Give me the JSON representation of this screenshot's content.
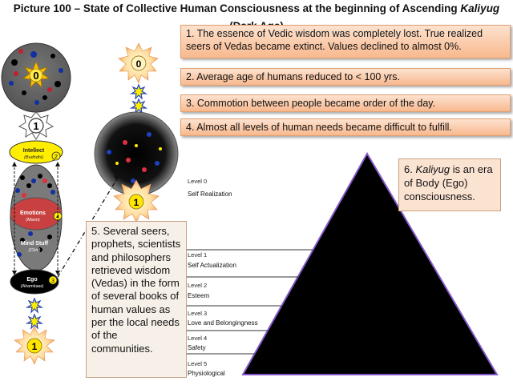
{
  "title": {
    "pre": "Picture 100 – State of Collective Human Consciousness at the beginning of Ascending ",
    "italic": "Kaliyug",
    "post": " (Dark Age)"
  },
  "notes": [
    "1. The essence of Vedic wisdom was completely lost. True realized seers of Vedas became extinct. Values declined to almost 0%.",
    "2. Average age of humans reduced to < 100 yrs.",
    "3. Commotion between people became order of the day.",
    "4. Almost all levels of human needs became difficult to fulfill."
  ],
  "note6": {
    "italic": "Kaliyug",
    "rest": " is an era of Body (Ego) consciousness.",
    "pre": "6. "
  },
  "note5": "5. Several seers, prophets, scientists and philosophers retrieved wisdom (Vedas) in the form of several books of human values as per the local needs of the communities.",
  "figure": {
    "top_star": "0",
    "mid_star": "1",
    "bottom_star": "1",
    "right_top_star": "0",
    "right_bottom_star": "1",
    "intellect": "Intellect",
    "intellect_sub": "(Budhdhi)",
    "intellect_num": "2",
    "emotions": "Emotions",
    "emotions_sub": "(Mann)",
    "emotions_num": "4",
    "mindstuff": "Mind Stuff",
    "mindstuff_sub": "(Chitt)",
    "ego": "Ego",
    "ego_sub": "(Ahamkaar)",
    "ego_num": "3"
  },
  "levels": [
    {
      "num": "Level 0",
      "name": "Self Realization"
    },
    {
      "num": "Level 1",
      "name": "Self Actualization"
    },
    {
      "num": "Level 2",
      "name": "Esteem"
    },
    {
      "num": "Level 3",
      "name": "Love and Belongingness"
    },
    {
      "num": "Level 4",
      "name": "Safety"
    },
    {
      "num": "Level 5",
      "name": "Physiological"
    }
  ]
}
